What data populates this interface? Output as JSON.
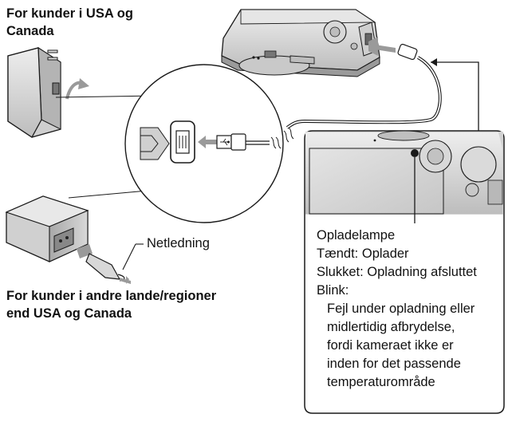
{
  "labels": {
    "us_canada": [
      "For kunder i USA og",
      "Canada"
    ],
    "other_regions": [
      "For kunder i andre lande/regioner",
      "end USA og Canada"
    ],
    "power_cord": "Netledning"
  },
  "charge_lamp": {
    "title": "Opladelampe",
    "on": "Tændt: Oplader",
    "off": "Slukket: Opladning afsluttet",
    "blink_title": "Blink:",
    "blink_text": [
      "Fejl under opladning eller",
      "midlertidig afbrydelse,",
      "fordi kameraet ikke er",
      "inden for det passende",
      "temperaturområde"
    ]
  },
  "icons": {
    "usb_symbol": "usb-trident-icon",
    "rotate_arrow": "rotate-arrow-icon"
  },
  "colors": {
    "line": "#1a1a1a",
    "device_fill": "#d6d6d6",
    "device_dark": "#8c8c8c",
    "arrow": "#9a9a9a"
  }
}
